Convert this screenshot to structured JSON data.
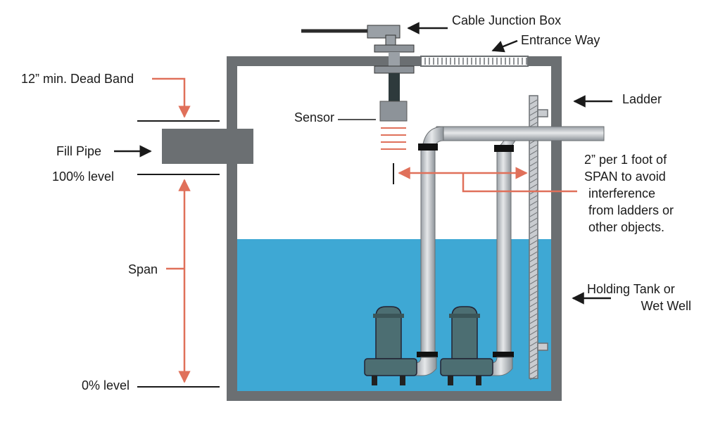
{
  "labels": {
    "cable_junction_box": "Cable Junction Box",
    "entrance_way": "Entrance Way",
    "dead_band": "12” min. Dead Band",
    "ladder": "Ladder",
    "sensor": "Sensor",
    "fill_pipe": "Fill Pipe",
    "level_100": "100% level",
    "level_0": "0% level",
    "span": "Span",
    "clearance_note": [
      "2” per 1 foot of",
      "SPAN to avoid",
      "interference",
      "from ladders or",
      "other objects."
    ],
    "holding_tank": [
      "Holding Tank or",
      "Wet Well"
    ]
  },
  "colors": {
    "water": "#3ea8d4",
    "tank_wall": "#6b6f72",
    "dimension_arrow": "#e0705a",
    "pump": "#4c6e72",
    "pipe": "#c9ccd0"
  }
}
